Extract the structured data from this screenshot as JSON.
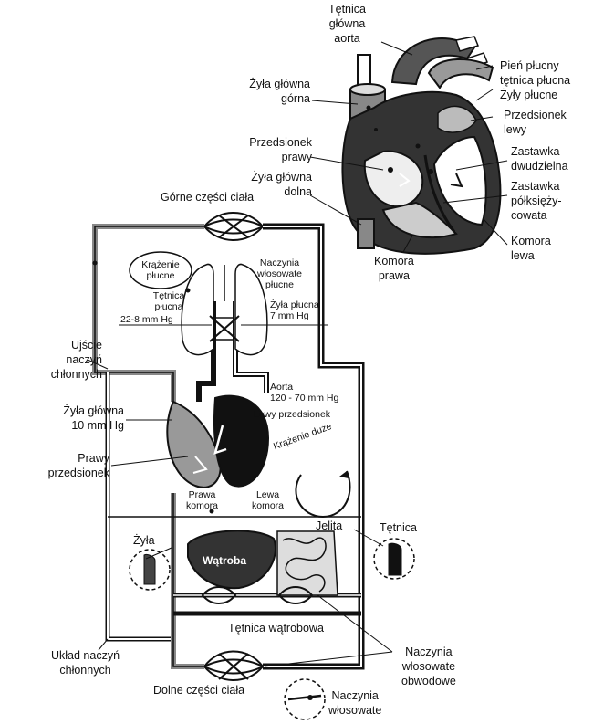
{
  "heart_labels": {
    "aorta": [
      "Tętnica",
      "główna",
      "aorta"
    ],
    "svc": [
      "Żyła główna",
      "górna"
    ],
    "pulmonary_trunk": [
      "Pień płucny",
      "tętnica płucna"
    ],
    "pulmonary_veins": "Żyły płucne",
    "left_atrium": [
      "Przedsionek",
      "lewy"
    ],
    "right_atrium": [
      "Przedsionek",
      "prawy"
    ],
    "ivc": [
      "Żyła główna",
      "dolna"
    ],
    "mitral": [
      "Zastawka",
      "dwudzielna"
    ],
    "semilunar": [
      "Zastawka",
      "półksięży-",
      "cowata"
    ],
    "left_ventricle": [
      "Komora",
      "lewa"
    ],
    "right_ventricle": [
      "Komora",
      "prawa"
    ]
  },
  "circ_labels": {
    "upper_body": "Górne części ciała",
    "pulmonary_circ": [
      "Krążenie",
      "płucne"
    ],
    "lung_capillaries": [
      "Naczynia",
      "włosowate",
      "płucne"
    ],
    "pulm_artery": [
      "Tętnica",
      "płucna"
    ],
    "pulm_pressure": "22-8 mm Hg",
    "pulm_vein": [
      "Żyła płucna",
      "7 mm Hg"
    ],
    "lymph_outlet": [
      "Ujście",
      "naczyń",
      "chłonnych"
    ],
    "vena_cava": [
      "Żyła główna",
      "10 mm Hg"
    ],
    "aorta": [
      "Aorta",
      "120 - 70 mm Hg"
    ],
    "left_atrium": "Lewy przedsionek",
    "systemic": "Krążenie duże",
    "right_atrium": [
      "Prawy",
      "przedsionek"
    ],
    "right_ventricle": [
      "Prawa",
      "komora"
    ],
    "left_ventricle": [
      "Lewa",
      "komora"
    ],
    "vein": "Żyła",
    "artery": "Tętnica",
    "liver": "Wątroba",
    "intestines": "Jelita",
    "hepatic_artery": "Tętnica wątrobowa",
    "lymph_system": [
      "Układ naczyń",
      "chłonnych"
    ],
    "peripheral_capillaries": [
      "Naczynia",
      "włosowate",
      "obwodowe"
    ],
    "lower_body": "Dolne części ciała",
    "capillaries": [
      "Naczynia",
      "włosowate"
    ]
  },
  "colors": {
    "ink": "#111111",
    "venous": "#9a9a9a",
    "arterial": "#111111",
    "lymph": "#ffffff"
  }
}
